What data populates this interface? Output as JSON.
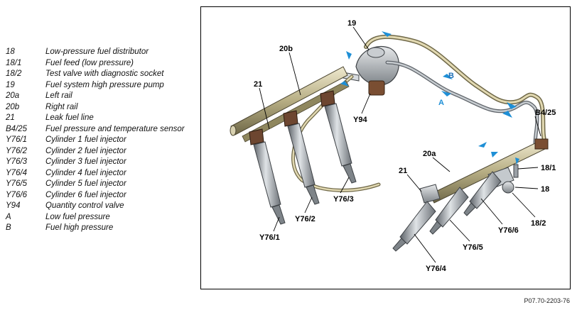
{
  "legend": [
    {
      "code": "18",
      "desc": "Low-pressure fuel distributor"
    },
    {
      "code": "18/1",
      "desc": "Fuel feed (low pressure)"
    },
    {
      "code": "18/2",
      "desc": "Test valve with diagnostic socket"
    },
    {
      "code": "19",
      "desc": "Fuel system high pressure pump"
    },
    {
      "code": "20a",
      "desc": "Left rail"
    },
    {
      "code": "20b",
      "desc": "Right rail"
    },
    {
      "code": "21",
      "desc": "Leak fuel line"
    },
    {
      "code": "B4/25",
      "desc": "Fuel pressure and temperature sensor"
    },
    {
      "code": "Y76/1",
      "desc": "Cylinder 1 fuel injector"
    },
    {
      "code": "Y76/2",
      "desc": "Cylinder 2 fuel injector"
    },
    {
      "code": "Y76/3",
      "desc": "Cylinder 3 fuel injector"
    },
    {
      "code": "Y76/4",
      "desc": "Cylinder 4 fuel injector"
    },
    {
      "code": "Y76/5",
      "desc": "Cylinder 5 fuel injector"
    },
    {
      "code": "Y76/6",
      "desc": "Cylinder 6 fuel injector"
    },
    {
      "code": "Y94",
      "desc": "Quantity control valve"
    },
    {
      "code": "A",
      "desc": "Low fuel pressure"
    },
    {
      "code": "B",
      "desc": "Fuel high pressure"
    }
  ],
  "labels": {
    "l19": "19",
    "l20b": "20b",
    "l21_top": "21",
    "lY94": "Y94",
    "lB": "B",
    "lA": "A",
    "lB425": "B4/25",
    "l20a": "20a",
    "l21_bottom": "21",
    "l18_1": "18/1",
    "l18": "18",
    "l18_2": "18/2",
    "lY76_1": "Y76/1",
    "lY76_2": "Y76/2",
    "lY76_3": "Y76/3",
    "lY76_4": "Y76/4",
    "lY76_5": "Y76/5",
    "lY76_6": "Y76/6"
  },
  "reference": "P07.70-2203-76",
  "colors": {
    "flow_arrow": "#1e8fd6",
    "pipe": "#b7ae84",
    "metal": "#9aa0a6"
  }
}
